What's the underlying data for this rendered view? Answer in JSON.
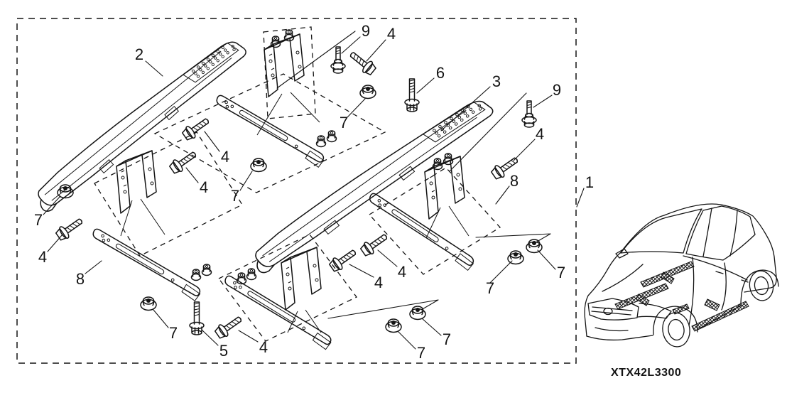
{
  "diagram": {
    "part_code": "XTX42L3300",
    "line_color": "#141414",
    "background": "#ffffff",
    "callouts": [
      {
        "text": "2"
      },
      {
        "text": "9"
      },
      {
        "text": "4"
      },
      {
        "text": "6"
      },
      {
        "text": "3"
      },
      {
        "text": "9"
      },
      {
        "text": "4"
      },
      {
        "text": "7"
      },
      {
        "text": "4"
      },
      {
        "text": "4"
      },
      {
        "text": "7"
      },
      {
        "text": "7"
      },
      {
        "text": "4"
      },
      {
        "text": "8"
      },
      {
        "text": "7"
      },
      {
        "text": "5"
      },
      {
        "text": "4"
      },
      {
        "text": "4"
      },
      {
        "text": "4"
      },
      {
        "text": "7"
      },
      {
        "text": "7"
      },
      {
        "text": "7"
      },
      {
        "text": "7"
      },
      {
        "text": "8"
      },
      {
        "text": "1"
      }
    ]
  }
}
